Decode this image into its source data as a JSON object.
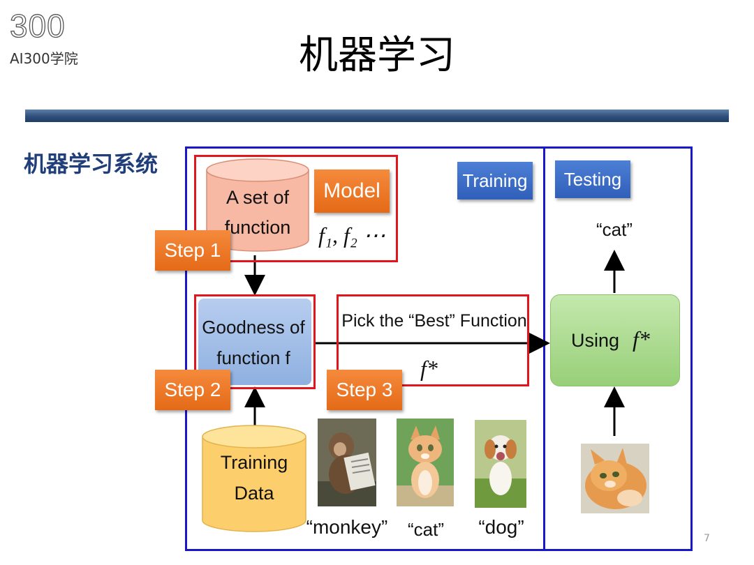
{
  "logo": {
    "number": "300",
    "name": "AI300学院"
  },
  "page_title": "机器学习",
  "section_title": "机器学习系统",
  "labels": {
    "training": "Training",
    "testing": "Testing",
    "model": "Model",
    "step1": "Step 1",
    "step2": "Step 2",
    "step3": "Step 3",
    "set_of_function_line1": "A set of",
    "set_of_function_line2": "function",
    "functions_math": "f₁, f₂ ⋯",
    "goodness_line1": "Goodness of",
    "goodness_line2": "function f",
    "pick_best": "Pick the “Best” Function",
    "f_star": "f*",
    "training_data_line1": "Training",
    "training_data_line2": "Data",
    "using": "Using",
    "output_cat": "“cat”",
    "caption_monkey": "“monkey”",
    "caption_cat": "“cat”",
    "caption_dog": "“dog”"
  },
  "page_number": "7",
  "colors": {
    "blue_frame": "#1a17c9",
    "red_frame": "#e0161c",
    "orange_step": "#e8711e",
    "blue_button": "#3a6cc8",
    "green_box": "#a9d98c",
    "title_blue": "#1f3e7a"
  },
  "icons": [
    "monkey-photo",
    "cat-photo",
    "dog-photo",
    "test-cat-photo",
    "arrow-icon"
  ]
}
